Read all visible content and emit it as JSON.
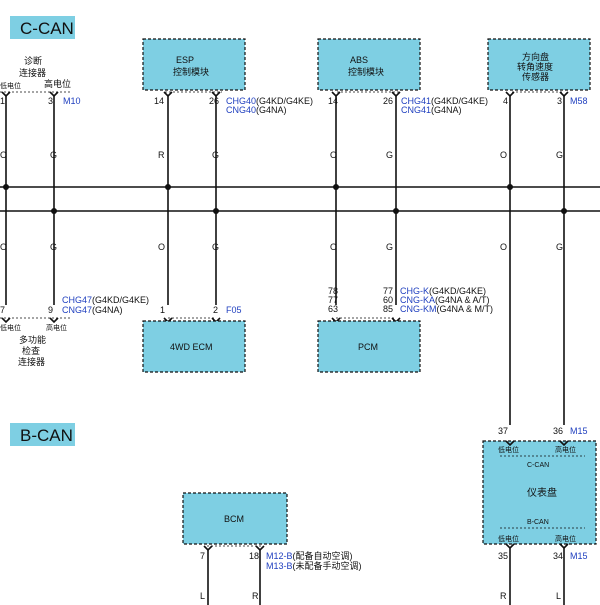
{
  "sections": {
    "ccan": "C-CAN",
    "bcan": "B-CAN"
  },
  "modules": {
    "diag": {
      "l1": "诊断",
      "l2": "连接器",
      "low": "低电位",
      "high": "高电位"
    },
    "esp": {
      "l1": "ESP",
      "l2": "控制模块"
    },
    "abs": {
      "l1": "ABS",
      "l2": "控制模块"
    },
    "steer": {
      "l1": "方向盘",
      "l2": "转角速度",
      "l3": "传感器"
    },
    "multi": {
      "l1": "多功能",
      "l2": "检查",
      "l3": "连接器",
      "low": "低电位",
      "high": "高电位"
    },
    "ecm4wd": {
      "l1": "4WD ECM"
    },
    "pcm": {
      "l1": "PCM"
    },
    "cluster": {
      "l1": "仪表盘",
      "ccan": "C-CAN",
      "bcan": "B-CAN",
      "low": "低电位",
      "high": "高电位"
    },
    "bcm": {
      "l1": "BCM"
    }
  },
  "pins": {
    "diag_a": "1",
    "diag_b": "3",
    "esp_a": "14",
    "esp_b": "26",
    "abs_a": "14",
    "abs_b": "26",
    "steer_a": "4",
    "steer_b": "3",
    "multi_a": "7",
    "multi_b": "9",
    "ecm_a": "1",
    "ecm_b": "2",
    "pcm_a1": "78",
    "pcm_a2": "77",
    "pcm_a3": "63",
    "pcm_b1": "77",
    "pcm_b2": "60",
    "pcm_b3": "85",
    "cl_top_a": "37",
    "cl_top_b": "36",
    "cl_bot_a": "35",
    "cl_bot_b": "34",
    "bcm_a": "7",
    "bcm_b": "18"
  },
  "wire_colors": {
    "o": "O",
    "g": "G",
    "r": "R",
    "l": "L"
  },
  "connectors": {
    "m10": "M10",
    "m58": "M58",
    "f05": "F05",
    "m15a": "M15",
    "m15b": "M15",
    "chg40": "CHG40",
    "chg40_note": "(G4KD/G4KE)",
    "cng40": "CNG40",
    "cng40_note": "(G4NA)",
    "chg41": "CHG41",
    "chg41_note": "(G4KD/G4KE)",
    "cng41": "CNG41",
    "cng41_note": "(G4NA)",
    "chg47": "CHG47",
    "chg47_note": "(G4KD/G4KE)",
    "cng47": "CNG47",
    "cng47_note": "(G4NA)",
    "chgk": "CHG-K",
    "chgk_note": "(G4KD/G4KE)",
    "cngka": "CNG-KA",
    "cngka_note": "(G4NA & A/T)",
    "cngkm": "CNG-KM",
    "cngkm_note": "(G4NA & M/T)",
    "m12b": "M12-B",
    "m12b_note": "(配备自动空调)",
    "m13b": "M13-B",
    "m13b_note": "(未配备手动空调)"
  },
  "colors": {
    "module_fill": "#7ecfe3",
    "link_blue": "#1f3fbf"
  }
}
